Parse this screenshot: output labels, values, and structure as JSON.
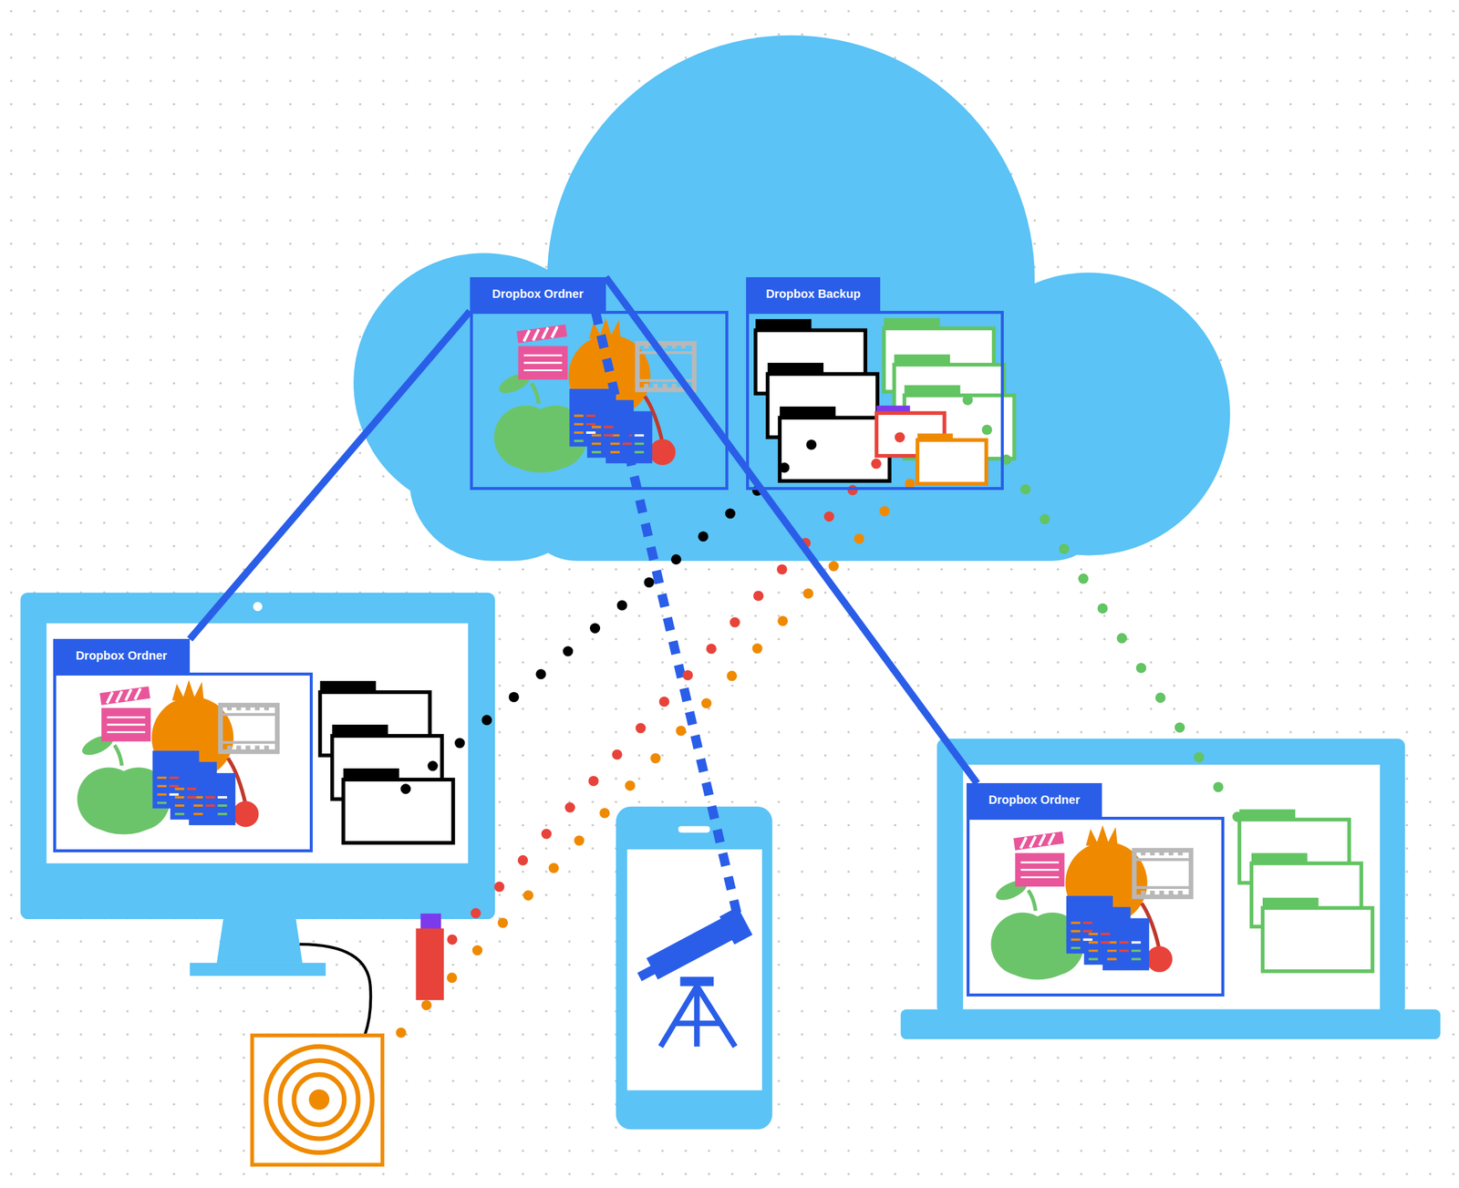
{
  "diagram": {
    "nodes": [
      {
        "text": [
          "Dropbox Ordner"
        ]
      },
      {
        "text": [
          "Dropbox Backup"
        ]
      },
      {
        "text": [
          "Dropbox Ordner"
        ]
      },
      {
        "text": [
          "Dropbox Ordner"
        ]
      }
    ],
    "edges": [
      {
        "from": 0,
        "to": 2,
        "arrow": "none"
      },
      {
        "from": 0,
        "to": 3,
        "arrow": "none"
      }
    ]
  }
}
